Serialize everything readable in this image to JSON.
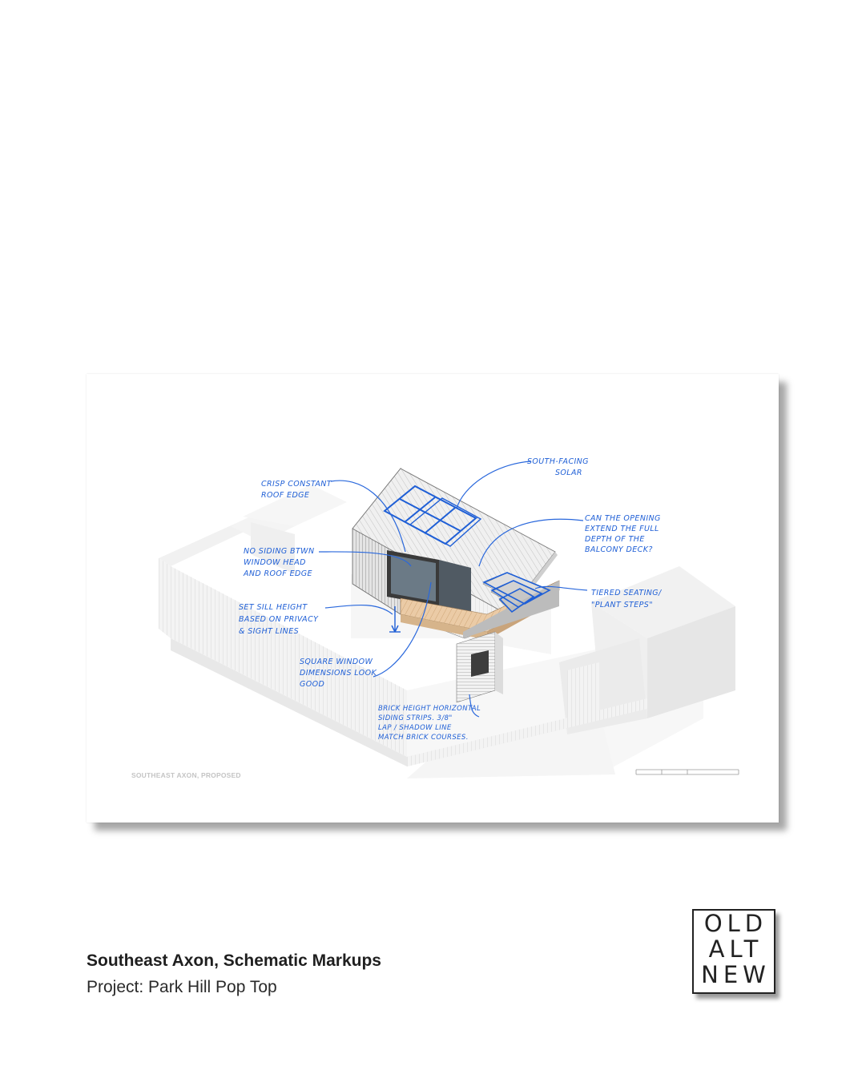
{
  "drawing": {
    "label": "SOUTHEAST AXON, PROPOSED",
    "notes": [
      {
        "id": "roof-edge",
        "lines": [
          "CRISP CONSTANT",
          "ROOF EDGE"
        ]
      },
      {
        "id": "solar",
        "lines": [
          "SOUTH-FACING",
          "SOLAR"
        ]
      },
      {
        "id": "opening",
        "lines": [
          "CAN THE OPENING",
          "EXTEND THE FULL",
          "DEPTH OF THE",
          "BALCONY DECK?"
        ]
      },
      {
        "id": "siding",
        "lines": [
          "NO SIDING BTWN",
          "WINDOW HEAD",
          "AND ROOF EDGE"
        ]
      },
      {
        "id": "seating",
        "lines": [
          "TIERED SEATING/",
          "\"PLANT STEPS\""
        ]
      },
      {
        "id": "sill",
        "lines": [
          "SET SILL HEIGHT",
          "BASED ON PRIVACY",
          "& SIGHT LINES"
        ]
      },
      {
        "id": "window",
        "lines": [
          "SQUARE WINDOW",
          "DIMENSIONS LOOK",
          "GOOD"
        ]
      },
      {
        "id": "brick",
        "lines": [
          "BRICK HEIGHT HORIZONTAL",
          "SIDING STRIPS. 3/8\"",
          "LAP / SHADOW LINE",
          "MATCH BRICK COURSES."
        ]
      }
    ]
  },
  "caption": {
    "title": "Southeast Axon, Schematic Markups",
    "project": "Project: Park Hill Pop Top"
  },
  "logo": {
    "rows": [
      "OLD",
      "ALT",
      "NEW"
    ]
  },
  "colors": {
    "markup": "#1f5fd6",
    "deck": "#e9c9a4",
    "context": "#eeeeee"
  }
}
